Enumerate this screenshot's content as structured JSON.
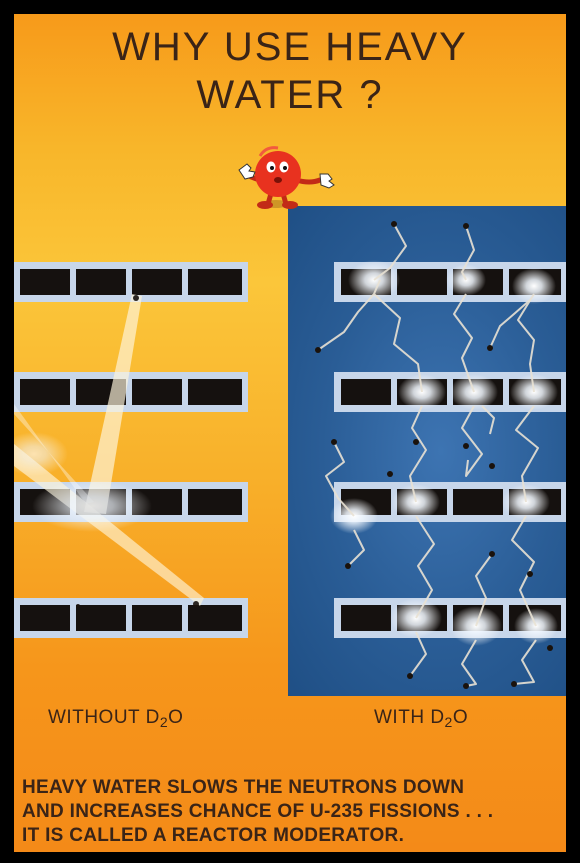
{
  "title": {
    "line1": "WHY USE HEAVY",
    "line2": "WATER ?"
  },
  "captions": {
    "left_prefix": "WITHOUT D",
    "left_sub": "2",
    "left_suffix": "O",
    "right_prefix": "WITH D",
    "right_sub": "2",
    "right_suffix": "O"
  },
  "explanation": {
    "line1": "HEAVY WATER SLOWS THE NEUTRONS DOWN",
    "line2": "AND INCREASES CHANCE OF U-235 FISSIONS . . .",
    "line3": "IT IS CALLED A REACTOR MODERATOR."
  },
  "colors": {
    "background": "#f8b62a",
    "moderator_blue": "#2a5d96",
    "text": "#3a2417",
    "mascot": "#e8321f"
  }
}
